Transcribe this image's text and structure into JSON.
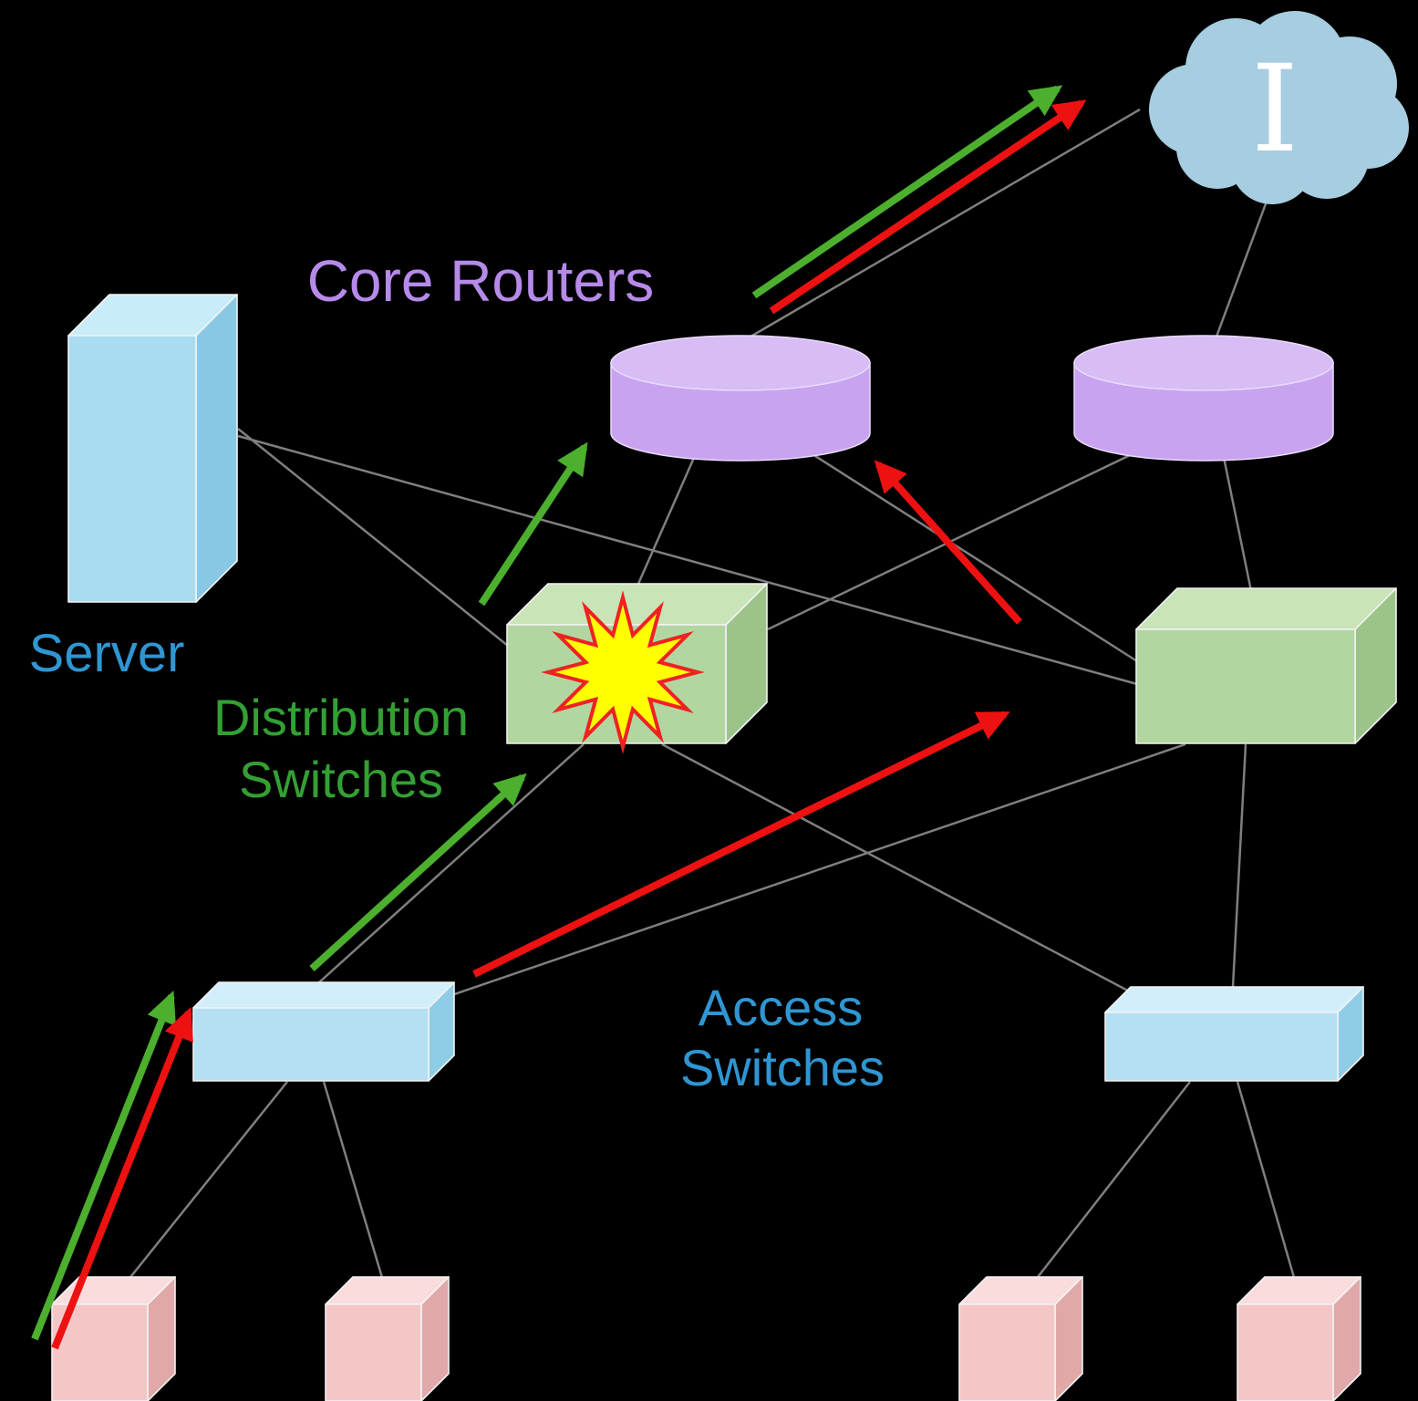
{
  "labels": {
    "core_routers": "Core Routers",
    "server": "Server",
    "distribution_line1": "Distribution",
    "distribution_line2": "Switches",
    "access_line1": "Access",
    "access_line2": "Switches",
    "internet_initial": "I"
  },
  "colors": {
    "background": "#000000",
    "link_line": "#7f7f7f",
    "traffic_path_green": "#4caf2e",
    "traffic_path_red": "#ee1111",
    "core_router_fill": "#c9a3f0",
    "core_router_label": "#b68ae8",
    "distribution_switch_fill": "#b2d6a0",
    "distribution_label": "#33a033",
    "access_switch_fill": "#b3e0f2",
    "access_label": "#2f96d2",
    "server_fill": "#a8dcf0",
    "server_label": "#2f96d2",
    "host_fill": "#f5c6c6",
    "internet_cloud_fill": "#a6cde0",
    "failure_star_fill": "#ffff00",
    "failure_star_stroke": "#ee2222"
  }
}
